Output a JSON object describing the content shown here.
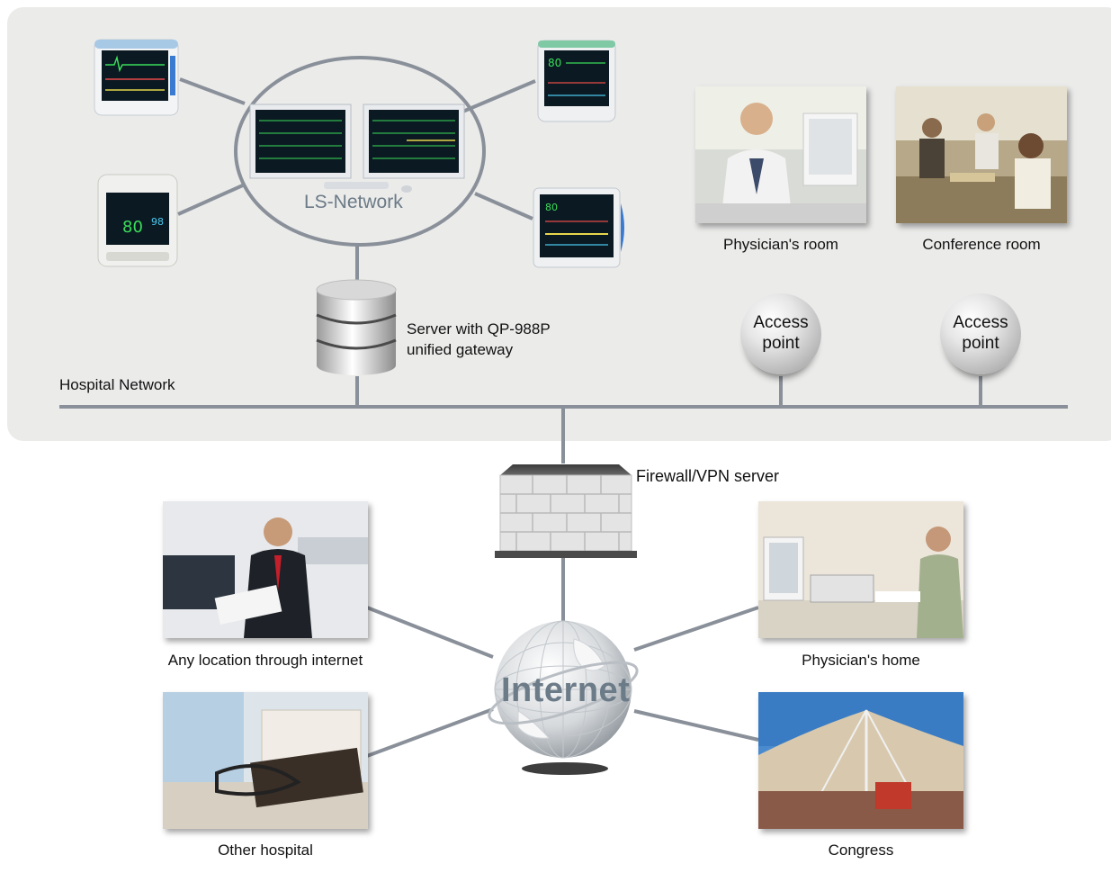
{
  "hospital_network": {
    "label": "Hospital Network",
    "ls_network_label": "LS-Network",
    "server_label_line1": "Server with QP-988P",
    "server_label_line2": "unified gateway",
    "access_point_1": "Access point",
    "access_point_2": "Access point",
    "physicians_room": "Physician's room",
    "conference_room": "Conference room"
  },
  "firewall": {
    "label": "Firewall/VPN server"
  },
  "internet": {
    "label": "Internet",
    "any_location": "Any location through internet",
    "physicians_home": "Physician's home",
    "other_hospital": "Other hospital",
    "congress": "Congress"
  },
  "colors": {
    "panel": "#ebebea",
    "line": "#8a9099",
    "internet_text": "#6c7b88",
    "monitor_screen": "#0b1a22"
  },
  "icons": [
    "patient-monitor-icon",
    "central-station-icon",
    "server-database-icon",
    "firewall-icon",
    "globe-icon",
    "access-point-icon"
  ]
}
